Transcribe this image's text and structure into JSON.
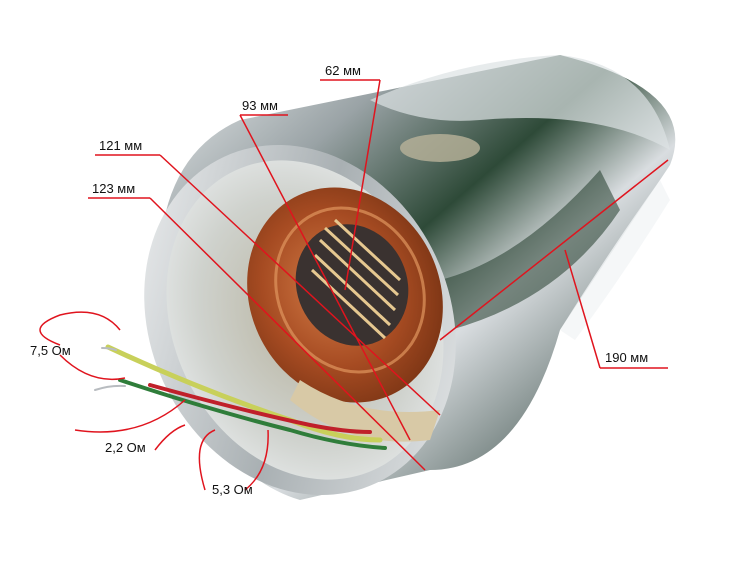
{
  "photo": {
    "subject": "stator-in-steel-housing",
    "annotation_color": "#e0141e",
    "housing_color": "#c9ced1",
    "copper_color": "#b5572a",
    "wire_colors": [
      "#c8d05a",
      "#2f7d3a",
      "#c0202a",
      "#b8bcc0"
    ]
  },
  "dimensions": {
    "d62": "62 мм",
    "d93": "93 мм",
    "d121": "121 мм",
    "d123": "123 мм",
    "d190": "190 мм"
  },
  "resistances": {
    "r1": "7,5 Ом",
    "r2": "2,2 Ом",
    "r3": "5,3 Ом"
  }
}
